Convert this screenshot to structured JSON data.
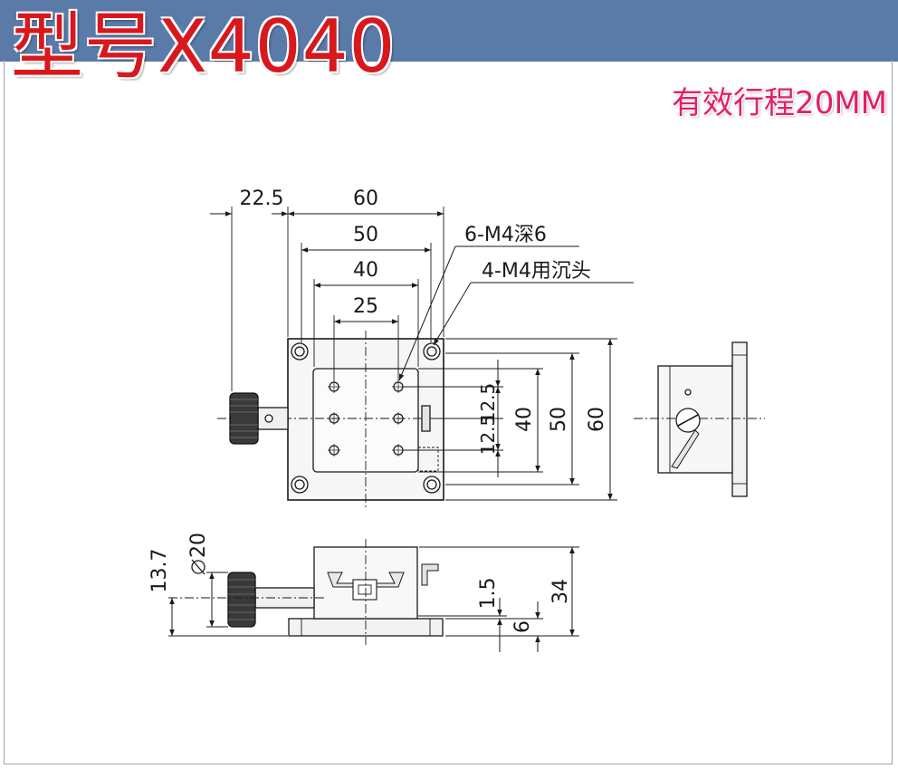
{
  "header": {
    "model_title": "型号X4040",
    "stroke_note": "有效行程20MM"
  },
  "colors": {
    "header_bar": "#5a7ba8",
    "title_red": "#d8181c",
    "note_pink": "#e0206a"
  },
  "drawing": {
    "callouts": {
      "tapped_holes": "6-M4深6",
      "countersunk_holes": "4-M4用沉头"
    },
    "top_view_dims": {
      "knob_offset": "22.5",
      "width_60": "60",
      "width_50": "50",
      "width_40": "40",
      "width_25": "25",
      "height_12_5_upper": "12.5",
      "height_12_5_lower": "12.5",
      "height_40": "40",
      "height_50": "50",
      "height_60": "60"
    },
    "side_view_dims": {
      "knob_diameter": "20",
      "knob_height": "13.7",
      "gap": "1.5",
      "base_thickness": "6",
      "total_height": "34"
    }
  }
}
